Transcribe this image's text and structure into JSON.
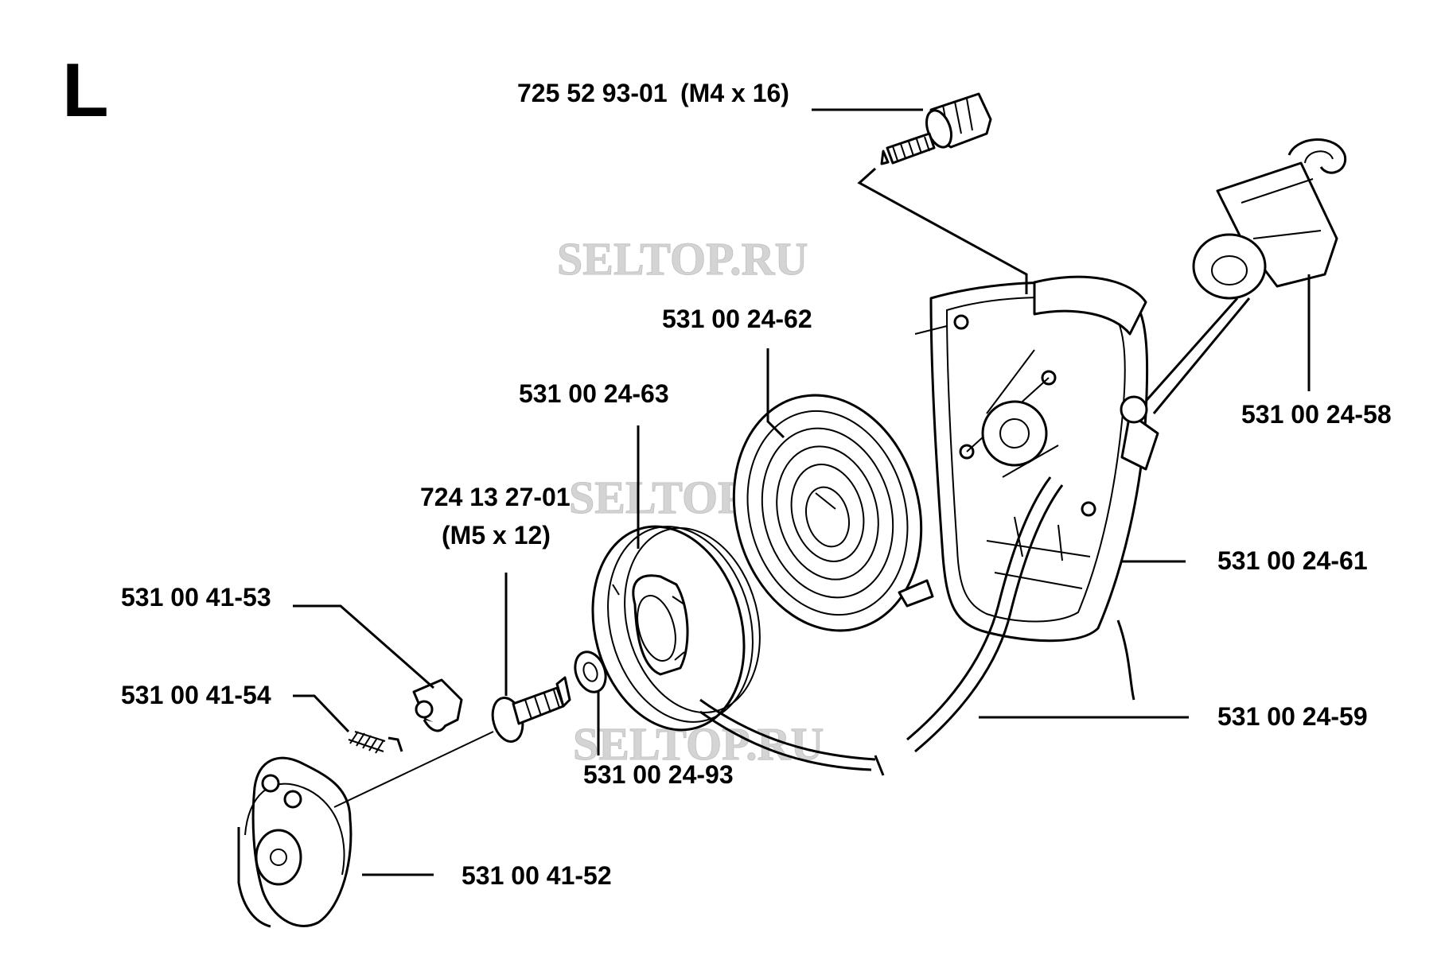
{
  "section_letter": "L",
  "watermark": "SELTOP.RU",
  "parts": [
    {
      "id": "bolt-top",
      "number": "725 52 93-01",
      "spec": "(M4 x 16)"
    },
    {
      "id": "spring",
      "number": "531 00 24-62"
    },
    {
      "id": "pulley",
      "number": "531 00 24-63"
    },
    {
      "id": "screw",
      "number": "724 13 27-01",
      "spec": "(M5 x 12)"
    },
    {
      "id": "handle",
      "number": "531 00 24-58"
    },
    {
      "id": "housing",
      "number": "531 00 24-61"
    },
    {
      "id": "pawl",
      "number": "531 00 41-53"
    },
    {
      "id": "pawl-spring",
      "number": "531 00 41-54"
    },
    {
      "id": "washer",
      "number": "531 00 24-93"
    },
    {
      "id": "cord",
      "number": "531 00 24-59"
    },
    {
      "id": "hub",
      "number": "531 00 41-52"
    }
  ]
}
